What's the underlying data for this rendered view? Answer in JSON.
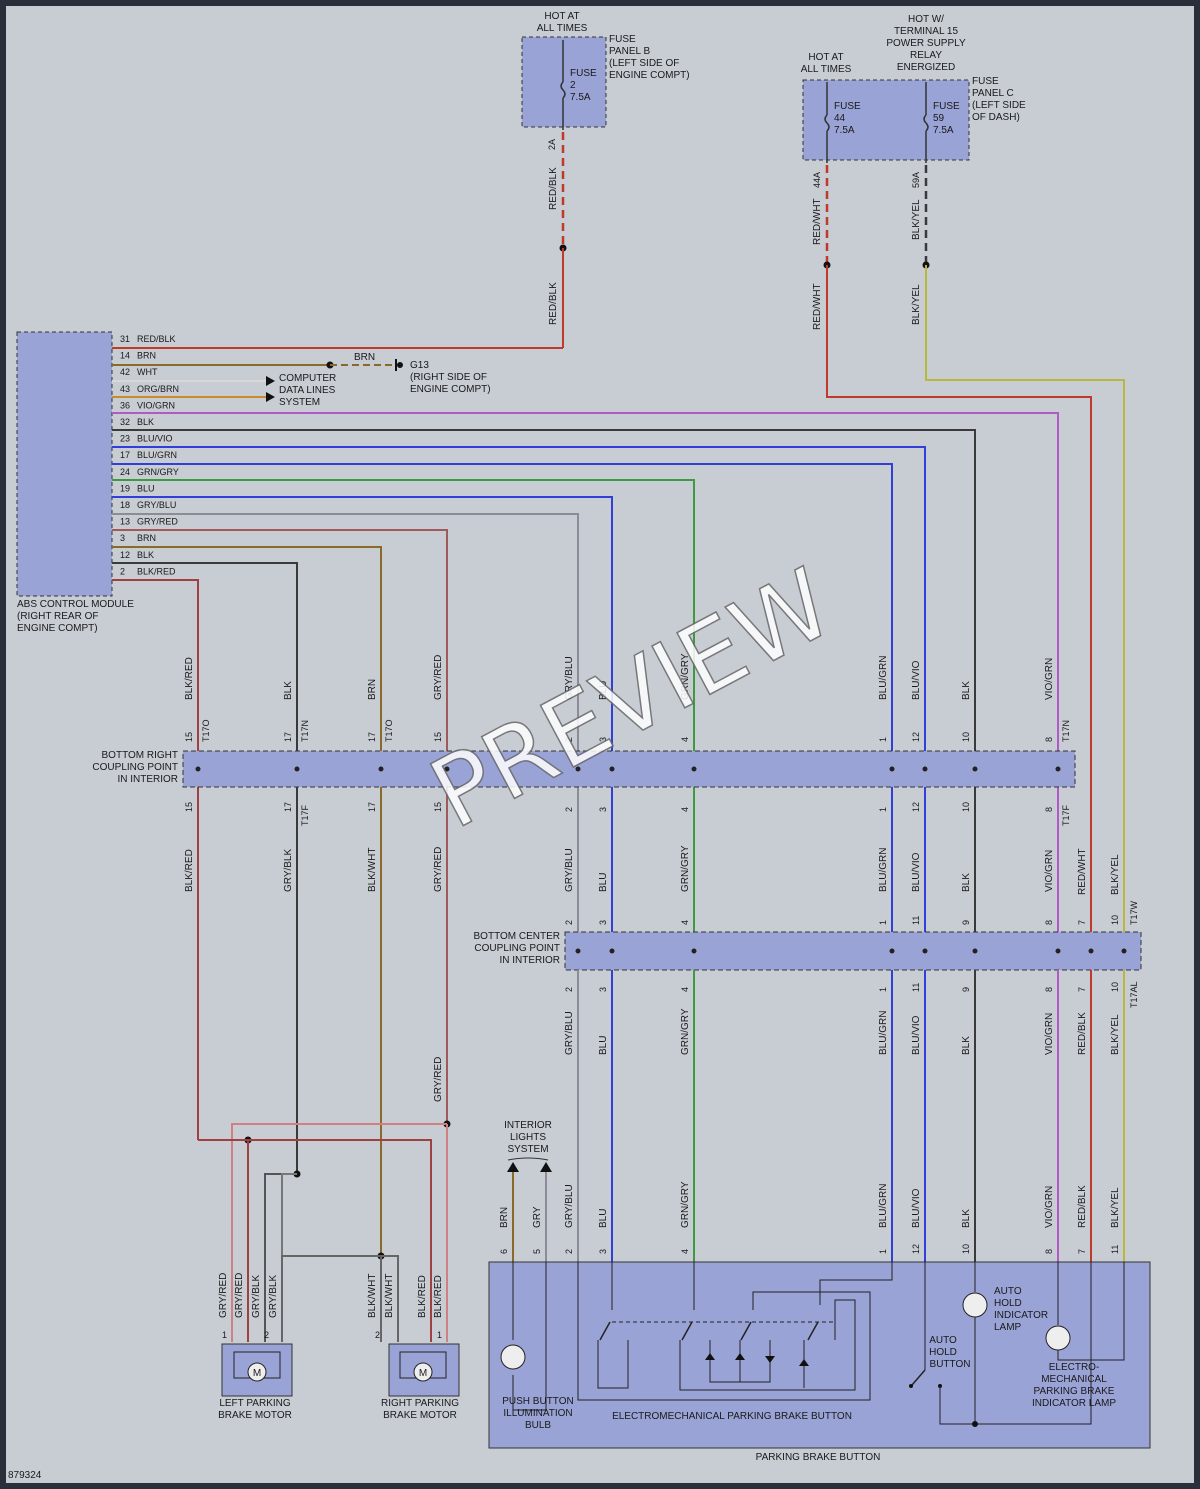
{
  "diagram_id": "879324",
  "watermark": "PREVIEW",
  "colors": {
    "background": "#c8ccd3",
    "module_fill": "#9aa3d6",
    "RED": "#c0392b",
    "BLK": "#3a3a3a",
    "BRN": "#8a6a2a",
    "WHT": "#d8d8d8",
    "ORG": "#c98a2a",
    "VIO": "#b05ac8",
    "BLU": "#2f3fd8",
    "GRN": "#3e9a3e",
    "GRY": "#8c8c96",
    "YEL": "#b8b83a"
  },
  "fuse_b": {
    "hot": [
      "HOT AT",
      "ALL TIMES"
    ],
    "panel": [
      "FUSE",
      "PANEL B",
      "(LEFT SIDE OF",
      "ENGINE COMPT)"
    ],
    "fuse": [
      "FUSE",
      "2",
      "7.5A"
    ],
    "pin": "2A",
    "wire1": "RED/BLK",
    "wire2": "RED/BLK"
  },
  "fuse_c": {
    "hot15": [
      "HOT W/",
      "TERMINAL 15",
      "POWER SUPPLY",
      "RELAY",
      "ENERGIZED"
    ],
    "hot_all": [
      "HOT AT",
      "ALL TIMES"
    ],
    "panel": [
      "FUSE",
      "PANEL C",
      "(LEFT SIDE",
      "OF DASH)"
    ],
    "fuse44": [
      "FUSE",
      "44",
      "7.5A"
    ],
    "fuse59": [
      "FUSE",
      "59",
      "7.5A"
    ],
    "pin44": "44A",
    "pin59": "59A",
    "wire44": "RED/WHT",
    "wire59": "BLK/YEL"
  },
  "abs": {
    "label": [
      "ABS CONTROL MODULE",
      "(RIGHT REAR OF",
      "ENGINE COMPT)"
    ],
    "pins": [
      {
        "pin": "31",
        "color": "RED/BLK"
      },
      {
        "pin": "14",
        "color": "BRN"
      },
      {
        "pin": "42",
        "color": "WHT"
      },
      {
        "pin": "43",
        "color": "ORG/BRN"
      },
      {
        "pin": "36",
        "color": "VIO/GRN"
      },
      {
        "pin": "32",
        "color": "BLK"
      },
      {
        "pin": "23",
        "color": "BLU/VIO"
      },
      {
        "pin": "17",
        "color": "BLU/GRN"
      },
      {
        "pin": "24",
        "color": "GRN/GRY"
      },
      {
        "pin": "19",
        "color": "BLU"
      },
      {
        "pin": "18",
        "color": "GRY/BLU"
      },
      {
        "pin": "13",
        "color": "GRY/RED"
      },
      {
        "pin": "3",
        "color": "BRN"
      },
      {
        "pin": "12",
        "color": "BLK"
      },
      {
        "pin": "2",
        "color": "BLK/RED"
      }
    ]
  },
  "ground": {
    "wire": "BRN",
    "id": "G13",
    "desc": [
      "(RIGHT SIDE OF",
      "ENGINE COMPT)"
    ]
  },
  "data_lines": [
    "COMPUTER",
    "DATA LINES",
    "SYSTEM"
  ],
  "coupling1": {
    "label": [
      "BOTTOM RIGHT",
      "COUPLING POINT",
      "IN INTERIOR"
    ],
    "cols": [
      {
        "top": "BLK/RED",
        "pin": "15",
        "conn": "T17O",
        "bot": "BLK/RED"
      },
      {
        "top": "BLK",
        "pin": "17",
        "conn": "T17N",
        "bot": "GRY/BLK",
        "conn_b": "T17F"
      },
      {
        "top": "BRN",
        "pin": "17",
        "conn": "T17O",
        "bot": "BLK/WHT"
      },
      {
        "top": "GRY/RED",
        "pin": "15",
        "bot": "GRY/RED"
      },
      {
        "top": "GRY/BLU",
        "pin": "2",
        "bot": "GRY/BLU"
      },
      {
        "top": "BLU",
        "pin": "3",
        "bot": "BLU"
      },
      {
        "top": "GRN/GRY",
        "pin": "4",
        "bot": "GRN/GRY"
      },
      {
        "top": "BLU/GRN",
        "pin": "1",
        "bot": "BLU/GRN"
      },
      {
        "top": "BLU/VIO",
        "pin": "12",
        "bot": "BLU/VIO"
      },
      {
        "top": "BLK",
        "pin": "10",
        "bot": "BLK"
      },
      {
        "top": "VIO/GRN",
        "pin": "8",
        "conn": "T17N",
        "bot": "VIO/GRN",
        "conn_b": "T17F"
      }
    ],
    "extra_bot": [
      "RED/WHT",
      "BLK/YEL"
    ]
  },
  "coupling2": {
    "label": [
      "BOTTOM CENTER",
      "COUPLING POINT",
      "IN INTERIOR"
    ],
    "pins": [
      "2",
      "3",
      "4",
      "1",
      "11",
      "9",
      "8",
      "7",
      "10"
    ],
    "conn_top": "T17W",
    "conn_bot": "T17AL",
    "wires_bot": [
      "GRY/BLU",
      "BLU",
      "GRN/GRY",
      "BLU/GRN",
      "BLU/VIO",
      "BLK",
      "VIO/GRN",
      "RED/BLK",
      "BLK/YEL"
    ]
  },
  "interior": [
    "INTERIOR",
    "LIGHTS",
    "SYSTEM"
  ],
  "pb_wires": [
    {
      "w": "BRN",
      "p": "6"
    },
    {
      "w": "GRY",
      "p": "5"
    },
    {
      "w": "GRY/BLU",
      "p": "2"
    },
    {
      "w": "BLU",
      "p": "3"
    },
    {
      "w": "GRN/GRY",
      "p": "4"
    },
    {
      "w": "BLU/GRN",
      "p": "1"
    },
    {
      "w": "BLU/VIO",
      "p": "12"
    },
    {
      "w": "BLK",
      "p": "10"
    },
    {
      "w": "VIO/GRN",
      "p": "8"
    },
    {
      "w": "RED/BLK",
      "p": "7"
    },
    {
      "w": "BLK/YEL",
      "p": "11"
    }
  ],
  "parking_brake": {
    "label": "PARKING BRAKE BUTTON",
    "bulb": [
      "PUSH BUTTON",
      "ILLUMINATION",
      "BULB"
    ],
    "emb": "ELECTROMECHANICAL PARKING BRAKE BUTTON",
    "auto_btn": [
      "AUTO",
      "HOLD",
      "BUTTON"
    ],
    "auto_lamp": [
      "AUTO",
      "HOLD",
      "INDICATOR",
      "LAMP"
    ],
    "em_lamp": [
      "ELECTRO-",
      "MECHANICAL",
      "PARKING BRAKE",
      "INDICATOR LAMP"
    ]
  },
  "motors": {
    "left": {
      "label": [
        "LEFT PARKING",
        "BRAKE MOTOR"
      ],
      "wires": [
        "GRY/RED",
        "GRY/RED",
        "GRY/BLK",
        "GRY/BLK"
      ],
      "pins": [
        "1",
        "2"
      ]
    },
    "right": {
      "label": [
        "RIGHT PARKING",
        "BRAKE MOTOR"
      ],
      "wires": [
        "BLK/WHT",
        "BLK/WHT",
        "BLK/RED",
        "BLK/RED"
      ],
      "pins": [
        "2",
        "1"
      ]
    },
    "symbol": "M",
    "upper_wire": "GRY/RED"
  }
}
